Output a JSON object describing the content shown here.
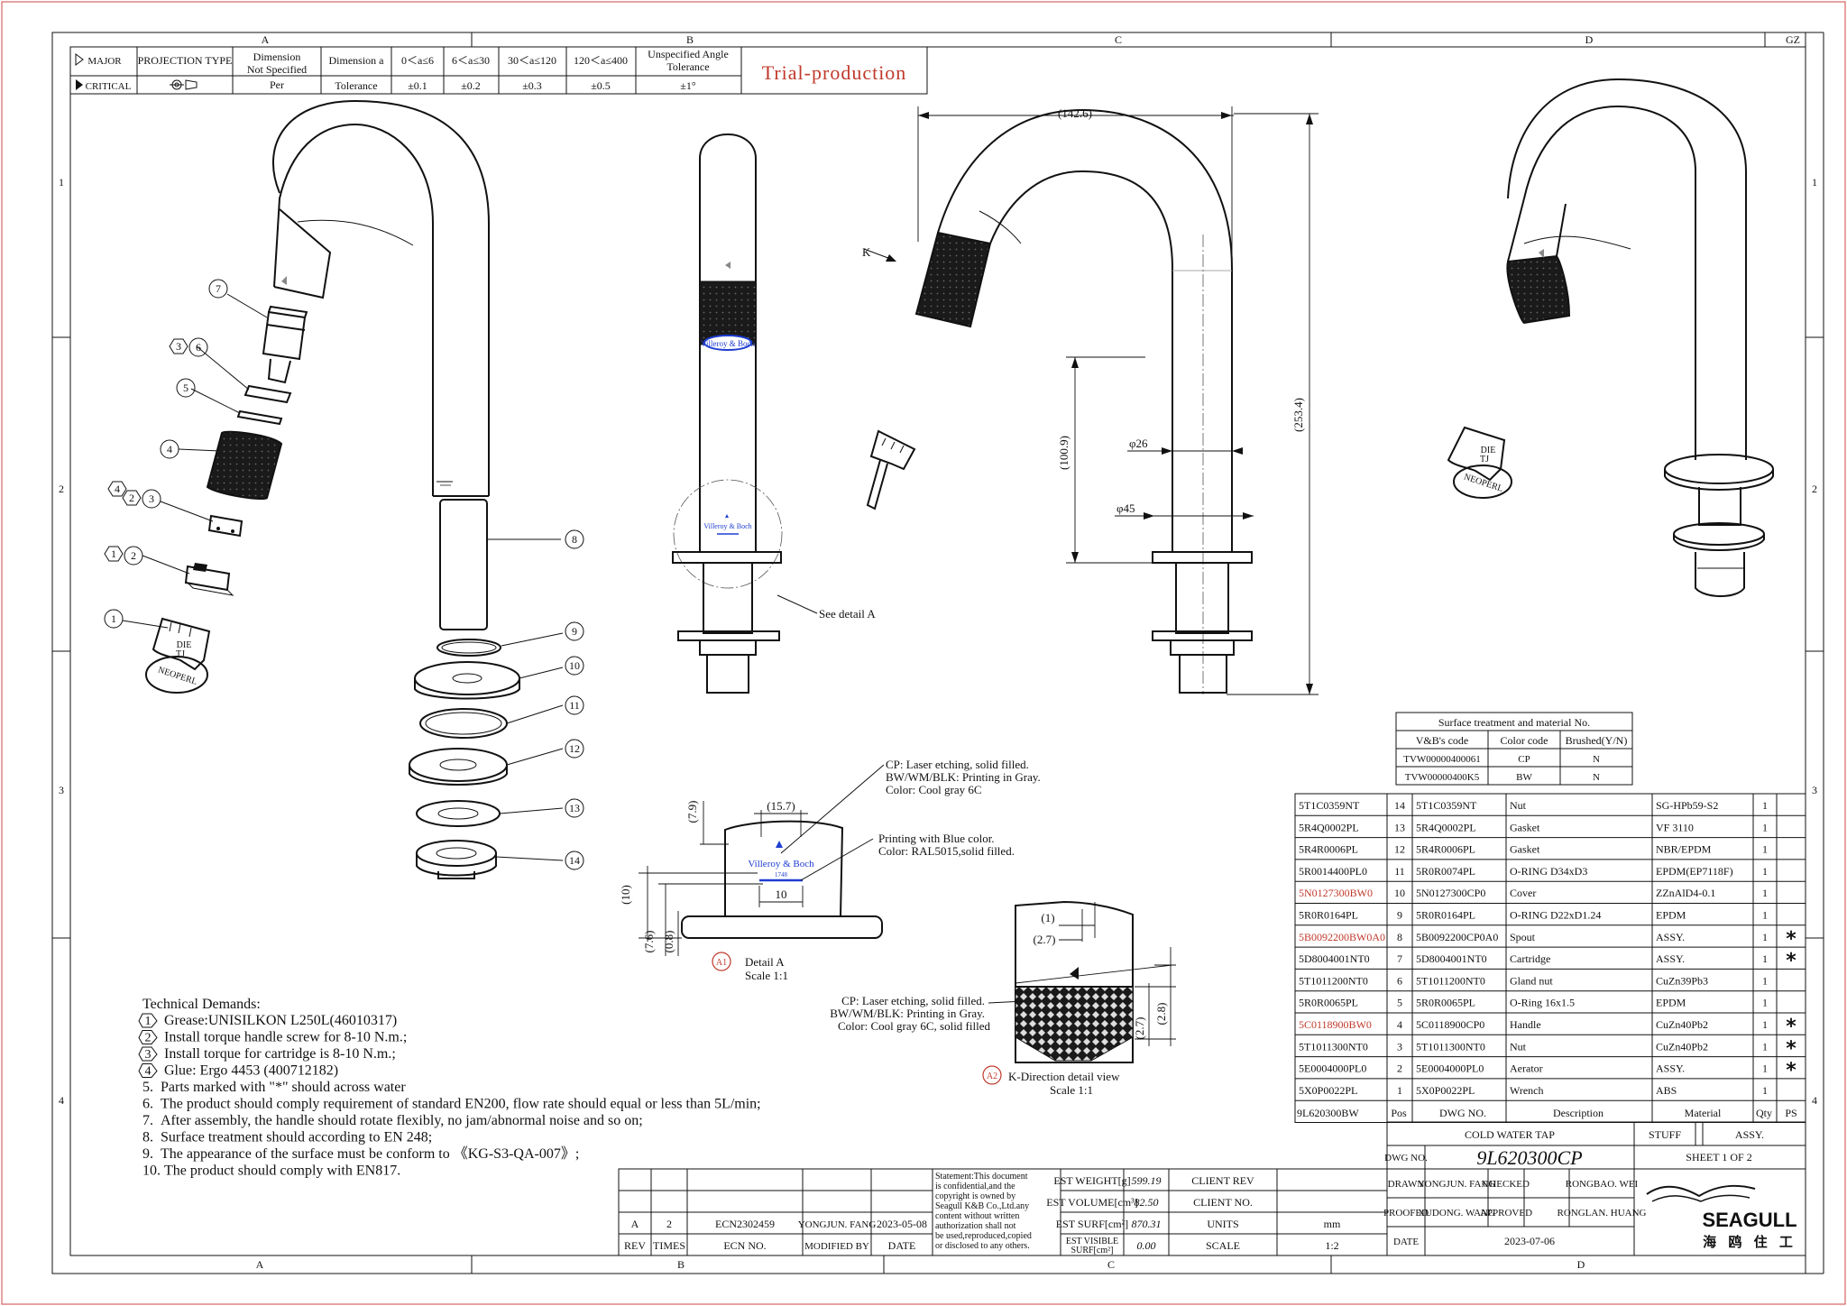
{
  "zones": {
    "columns": [
      "A",
      "B",
      "C",
      "D",
      "GZ"
    ],
    "columns_bottom": [
      "A",
      "B",
      "C",
      "D"
    ],
    "rows": [
      "1",
      "2",
      "3",
      "4"
    ]
  },
  "tolerance": {
    "major": "MAJOR",
    "critical": "CRITICAL",
    "projection": "PROJECTION TYPE",
    "dim_not_specified": [
      "Dimension",
      "Not Specified",
      "Per"
    ],
    "dimension_a": "Dimension a",
    "tolerance": "Tolerance",
    "ranges": [
      "0＜a≤6",
      "6＜a≤30",
      "30＜a≤120",
      "120＜a≤400"
    ],
    "values": [
      "±0.1",
      "±0.2",
      "±0.3",
      "±0.5"
    ],
    "angle": [
      "Unspecified Angle",
      "Tolerance"
    ],
    "angle_value": "±1°",
    "stamp": "Trial-production",
    "stamp_color": "#c0392b"
  },
  "balloons": [
    "7",
    "3",
    "6",
    "5",
    "4",
    "4",
    "2",
    "3",
    "1",
    "2",
    "1",
    "8",
    "9",
    "10",
    "11",
    "12",
    "13",
    "14"
  ],
  "key_label": [
    "NEOPERL",
    "DIE",
    "TJ"
  ],
  "brand_logo": "Villeroy & Boch",
  "brand_year": "1748",
  "dims": {
    "width": "(142.6)",
    "height_total": "(253.4)",
    "height_mid": "(100.9)",
    "d26": "φ26",
    "d45": "φ45",
    "k": "K",
    "detA_w": "(15.7)",
    "detA_h": "(7.9)",
    "detA_10v": "(10)",
    "detA_10h": "10",
    "detA_76": "(7.6)",
    "detA_08": "(0.8)",
    "k_1": "(1)",
    "k_27": "(2.7)",
    "k_27v": "(2.7)",
    "k_28": "(2.8)"
  },
  "see_detail": "See detail A",
  "detail_a": {
    "marker": "A1",
    "title": "Detail  A",
    "scale": "Scale 1:1"
  },
  "detail_k": {
    "marker": "A2",
    "title": "K-Direction detail view",
    "scale": "Scale 1:1"
  },
  "notes_detail_a": [
    "CP: Laser etching, solid filled.",
    "BW/WM/BLK: Printing in Gray.",
    "Color: Cool gray 6C"
  ],
  "notes_printing": [
    "Printing with Blue color.",
    "Color: RAL5015,solid filled."
  ],
  "notes_detail_k": [
    "CP: Laser etching, solid filled.",
    "BW/WM/BLK: Printing in Gray.",
    "Color: Cool gray 6C, solid filled"
  ],
  "surface": {
    "title": "Surface treatment and material No.",
    "headers": [
      "V&B's code",
      "Color code",
      "Brushed(Y/N)"
    ],
    "rows": [
      [
        "TVW00000400061",
        "CP",
        "N"
      ],
      [
        "TVW00000400K5",
        "BW",
        "N"
      ]
    ]
  },
  "bom": {
    "rows": [
      {
        "code": "5T1C0359NT",
        "pos": "14",
        "dwg": "5T1C0359NT",
        "desc": "Nut",
        "mat": "SG-HPb59-S2",
        "qty": "1",
        "ps": "",
        "red": false
      },
      {
        "code": "5R4Q0002PL",
        "pos": "13",
        "dwg": "5R4Q0002PL",
        "desc": "Gasket",
        "mat": "VF 3110",
        "qty": "1",
        "ps": "",
        "red": false
      },
      {
        "code": "5R4R0006PL",
        "pos": "12",
        "dwg": "5R4R0006PL",
        "desc": "Gasket",
        "mat": "NBR/EPDM",
        "qty": "1",
        "ps": "",
        "red": false
      },
      {
        "code": "5R0014400PL0",
        "pos": "11",
        "dwg": "5R0R0074PL",
        "desc": "O-RING D34xD3",
        "mat": "EPDM(EP7118F)",
        "qty": "1",
        "ps": "",
        "red": false
      },
      {
        "code": "5N0127300BW0",
        "pos": "10",
        "dwg": "5N0127300CP0",
        "desc": "Cover",
        "mat": "ZZnAlD4-0.1",
        "qty": "1",
        "ps": "",
        "red": true
      },
      {
        "code": "5R0R0164PL",
        "pos": "9",
        "dwg": "5R0R0164PL",
        "desc": "O-RING D22xD1.24",
        "mat": "EPDM",
        "qty": "1",
        "ps": "",
        "red": false
      },
      {
        "code": "5B0092200BW0A0",
        "pos": "8",
        "dwg": "5B0092200CP0A0",
        "desc": "Spout",
        "mat": "ASSY.",
        "qty": "1",
        "ps": "*",
        "red": true
      },
      {
        "code": "5D8004001NT0",
        "pos": "7",
        "dwg": "5D8004001NT0",
        "desc": "Cartridge",
        "mat": "ASSY.",
        "qty": "1",
        "ps": "*",
        "red": false
      },
      {
        "code": "5T1011200NT0",
        "pos": "6",
        "dwg": "5T1011200NT0",
        "desc": "Gland nut",
        "mat": "CuZn39Pb3",
        "qty": "1",
        "ps": "",
        "red": false
      },
      {
        "code": "5R0R0065PL",
        "pos": "5",
        "dwg": "5R0R0065PL",
        "desc": "O-Ring 16x1.5",
        "mat": "EPDM",
        "qty": "1",
        "ps": "",
        "red": false
      },
      {
        "code": "5C0118900BW0",
        "pos": "4",
        "dwg": "5C0118900CP0",
        "desc": "Handle",
        "mat": "CuZn40Pb2",
        "qty": "1",
        "ps": "*",
        "red": true
      },
      {
        "code": "5T1011300NT0",
        "pos": "3",
        "dwg": "5T1011300NT0",
        "desc": "Nut",
        "mat": "CuZn40Pb2",
        "qty": "1",
        "ps": "*",
        "red": false
      },
      {
        "code": "5E0004000PL0",
        "pos": "2",
        "dwg": "5E0004000PL0",
        "desc": "Aerator",
        "mat": "ASSY.",
        "qty": "1",
        "ps": "*",
        "red": false
      },
      {
        "code": "5X0P0022PL",
        "pos": "1",
        "dwg": "5X0P0022PL",
        "desc": "Wrench",
        "mat": "ABS",
        "qty": "1",
        "ps": "",
        "red": false
      }
    ],
    "header": {
      "code": "9L620300BW",
      "pos": "Pos",
      "dwg": "DWG NO.",
      "desc": "Description",
      "mat": "Material",
      "qty": "Qty",
      "ps": "PS"
    }
  },
  "title_block": {
    "product": "COLD WATER TAP",
    "stuff": "STUFF",
    "stuff_value": "ASSY.",
    "dwg_no_label": "DWG NO.",
    "dwg_no": "9L620300CP",
    "sheet": "SHEET  1  OF  2",
    "drawn": "DRAWN",
    "drawn_by": "YONGJUN. FANG",
    "checked": "CHECKED",
    "checked_by": "RONGBAO. WEI",
    "proofed": "PROOFED",
    "proofed_by": "XUDONG. WANG",
    "approved": "APPROVED",
    "approved_by": "RONGLAN. HUANG",
    "date_label": "DATE",
    "date": "2023-07-06",
    "logo": "SEAGULL",
    "logo_cn": "海 鸥 住 工"
  },
  "estimates": {
    "weight_label": "EST WEIGHT[g]",
    "weight": "599.19",
    "volume_label": "EST VOLUME[cm³]",
    "volume": "82.50",
    "surf_label": "EST SURF[cm²]",
    "surf": "870.31",
    "visible_label": [
      "EST VISIBLE",
      "SURF[cm²]"
    ],
    "visible": "0.00",
    "client_rev": "CLIENT REV",
    "client_no": "CLIENT NO.",
    "units": "UNITS",
    "units_value": "mm",
    "scale": "SCALE",
    "scale_value": "1:2"
  },
  "statement": [
    "Statement:This document",
    "is confidential,and the",
    "copyright is owned by",
    "Seagull K&B Co.,Ltd.any",
    "content without written",
    "authorization shall not",
    "be used,reproduced,copied",
    "or disclosed to any others."
  ],
  "revision": {
    "row": [
      "A",
      "2",
      "ECN2302459",
      "YONGJUN. FANG",
      "2023-05-08"
    ],
    "headers": [
      "REV",
      "TIMES",
      "ECN NO.",
      "MODIFIED BY",
      "DATE"
    ]
  },
  "technical": {
    "title": "Technical Demands:",
    "items": [
      {
        "n": "1",
        "text": "Grease:UNISILKON L250L(46010317)",
        "marked": true
      },
      {
        "n": "2",
        "text": "Install torque handle screw for 8-10 N.m.;",
        "marked": true
      },
      {
        "n": "3",
        "text": "Install torque for cartridge is 8-10 N.m.;",
        "marked": true
      },
      {
        "n": "4",
        "text": "Glue: Ergo 4453 (400712182)",
        "marked": true
      },
      {
        "n": "5.",
        "text": "Parts marked with \"*\" should across water",
        "marked": false
      },
      {
        "n": "6.",
        "text": "The product should comply requirement of standard EN200, flow rate should equal or less than 5L/min;",
        "marked": false
      },
      {
        "n": "7.",
        "text": "After assembly, the handle should rotate flexibly, no jam/abnormal noise and so on;",
        "marked": false
      },
      {
        "n": "8.",
        "text": "Surface treatment should according to EN 248;",
        "marked": false
      },
      {
        "n": "9.",
        "text": "The appearance of the surface must be conform to 《KG-S3-QA-007》;",
        "marked": false
      },
      {
        "n": "10.",
        "text": "The product should comply with EN817.",
        "marked": false
      }
    ]
  }
}
